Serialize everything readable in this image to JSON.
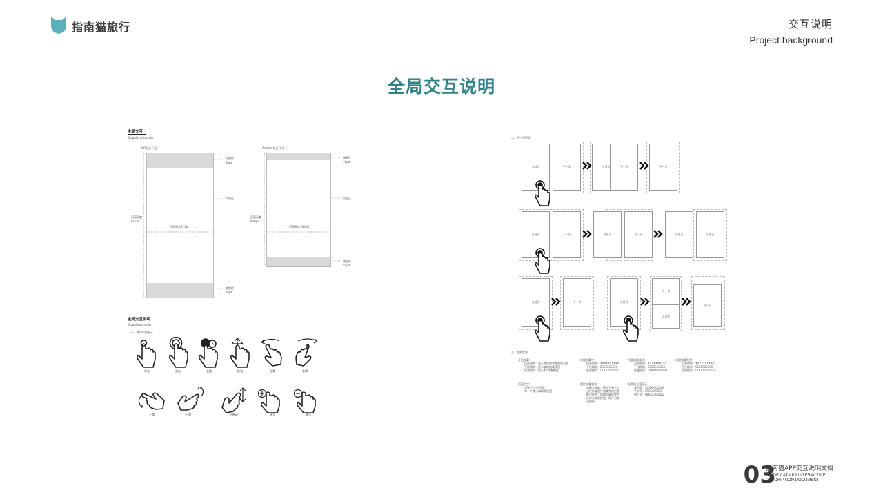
{
  "brand": {
    "name": "指南猫旅行",
    "logo_icon": "cat-head-icon",
    "logo_color": "#5ab0b8"
  },
  "header": {
    "title": "交互说明",
    "subtitle": "Project background"
  },
  "main_title": "全局交互说明",
  "left": {
    "section1": {
      "title": "全局交互",
      "subtitle": "Global Lnteraction"
    },
    "ios": {
      "label": "IOS设计尺寸",
      "title_bar": "标题栏",
      "title_bar_size": "88pt",
      "content": "内容区",
      "page_height": "页面高度",
      "page_height_value": "812pt",
      "page_width": "页面宽度375pt",
      "bottom_bar": "底部栏",
      "bottom_bar_size": "83pt"
    },
    "android": {
      "label": "Android设计尺寸",
      "title_bar": "标题栏",
      "title_bar_size": "40pd",
      "content": "内容区",
      "page_height": "页面高度",
      "page_height_value": "640pd",
      "page_width": "页面宽度360pd",
      "bottom_bar": "底部栏",
      "bottom_bar_size": "50pd"
    },
    "section2": {
      "title": "全局交互说明",
      "subtitle": "Global Interaction",
      "list_title": "一、常用手势展示"
    },
    "gestures": [
      "单击",
      "双击",
      "长按",
      "拖动",
      "左滑",
      "右滑",
      "下滑",
      "上滑",
      "上下拖动",
      "放大",
      "缩小"
    ]
  },
  "right": {
    "section_switch": "二、下一页切换",
    "screens": {
      "current": "当前页",
      "next": "下一页",
      "float": "浮动页"
    },
    "section_loading": "三、加载状态",
    "loading": {
      "start": {
        "title": "开始加载：",
        "lines": [
          "页面加载：显示灰色空状态加载页面",
          "下拉刷新：显示旋转加载按钮",
          "信息提交：显示XX状态按钮"
        ]
      },
      "during": {
        "title": "内容加载中：",
        "lines": [
          "页面加载：XXXXXXXXXX",
          "下拉刷新：SSSSSSSSSS",
          "信息提交：DDDDDDDDD"
        ]
      },
      "success": {
        "title": "内容加载成功：",
        "lines": [
          "页面加载：XXXXXXXXXX",
          "下拉刷新：SSSSSSSSSS",
          "信息提交：DDDDDDDDD"
        ]
      },
      "fail": {
        "title": "内容加载失败：",
        "lines": [
          "页面加载：XXXXXXXXXX",
          "下拉刷新：SSSSSSSSSS",
          "信息提交：DDDDDDDDD"
        ]
      },
      "empty": {
        "title": "页面为空：",
        "lines": [
          "设计一个空页面，",
          "有一个提示和刷新按钮"
        ]
      },
      "image": {
        "title": "图片加载状态：",
        "lines": [
          "加载完成前，图片为有一个",
          "占位符或图片加载完成后替",
          "换占位符；如果加载失败占",
          "位符为刷新按钮，用户可点",
          "击刷新。"
        ]
      },
      "long_text": {
        "title": "长字段分段显示：",
        "lines": [
          "身份证：XXXXXXXXXX",
          "手机号：SSSSSSSSSS",
          "银行卡：DDDDDDDDD"
        ]
      }
    }
  },
  "footer": {
    "page_number": "03",
    "doc_title": "指南猫APP交互说明文档",
    "doc_en_1": "GUIDE CAT APP INTERACTIVE",
    "doc_en_2": "DESCRIPTION DOCUMENT"
  }
}
